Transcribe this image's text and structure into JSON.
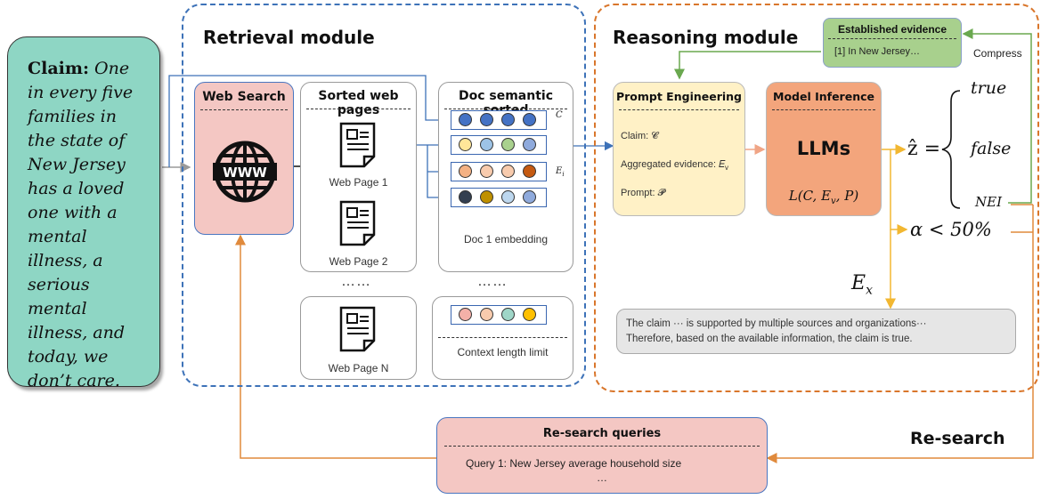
{
  "claim": {
    "label": "Claim:",
    "text": "One in every five families in the state of New Jersey has a loved one with a mental illness, a serious mental illness, and today, we don’t care."
  },
  "retrieval": {
    "title": "Retrieval module",
    "web_search": "Web Search",
    "www": "WWW",
    "sorted_pages": "Sorted web pages",
    "page1": "Web Page 1",
    "page2": "Web Page 2",
    "pageN": "Web Page N",
    "ellipsis": "……",
    "doc_sorted": "Doc semantic sorted",
    "doc_embedding": "Doc 1 embedding",
    "context_limit": "Context length limit",
    "c_label": "C",
    "ei_label": "E",
    "ei_sub": "i"
  },
  "reasoning": {
    "title": "Reasoning module",
    "established": "Established evidence",
    "established_item": "[1]  In New Jersey…",
    "compress": "Compress",
    "prompt_eng": "Prompt Engineering",
    "claim_line": "Claim: 𝓒",
    "agg_line": "Aggregated evidence: 𝐸",
    "agg_sub": "v",
    "prompt_line": "Prompt: 𝓟",
    "model_inf": "Model Inference",
    "llms": "LLMs",
    "formula": "L(C, E",
    "formula_sub": "v",
    "formula_end": ", P)",
    "zhat": "ẑ =",
    "true": "true",
    "false": "false",
    "nei": "NEI",
    "alpha": "α < 50%",
    "ex": "E",
    "ex_sub": "x",
    "explanation_1": "The claim ··· is supported by multiple sources and organizations···",
    "explanation_2": "Therefore, based on the available information, the claim is true."
  },
  "research": {
    "label": "Re-search",
    "queries_title": "Re-search queries",
    "query1": "Query 1: New Jersey average household size",
    "more": "…"
  },
  "colors": {
    "claim_bg": "#8ed6c4",
    "retrieval_border": "#3d72b8",
    "reasoning_border": "#d9762b",
    "web_search_bg": "#f4c7c3",
    "prompt_bg": "#fff1c6",
    "model_bg": "#f3a57c",
    "established_bg": "#a8d08d",
    "queries_bg": "#f4c7c3",
    "explanation_bg": "#e6e6e6",
    "arrow_orange": "#e08a3c",
    "arrow_blue": "#3d72b8",
    "arrow_green": "#6aa84f",
    "arrow_yellow": "#f2b731"
  }
}
